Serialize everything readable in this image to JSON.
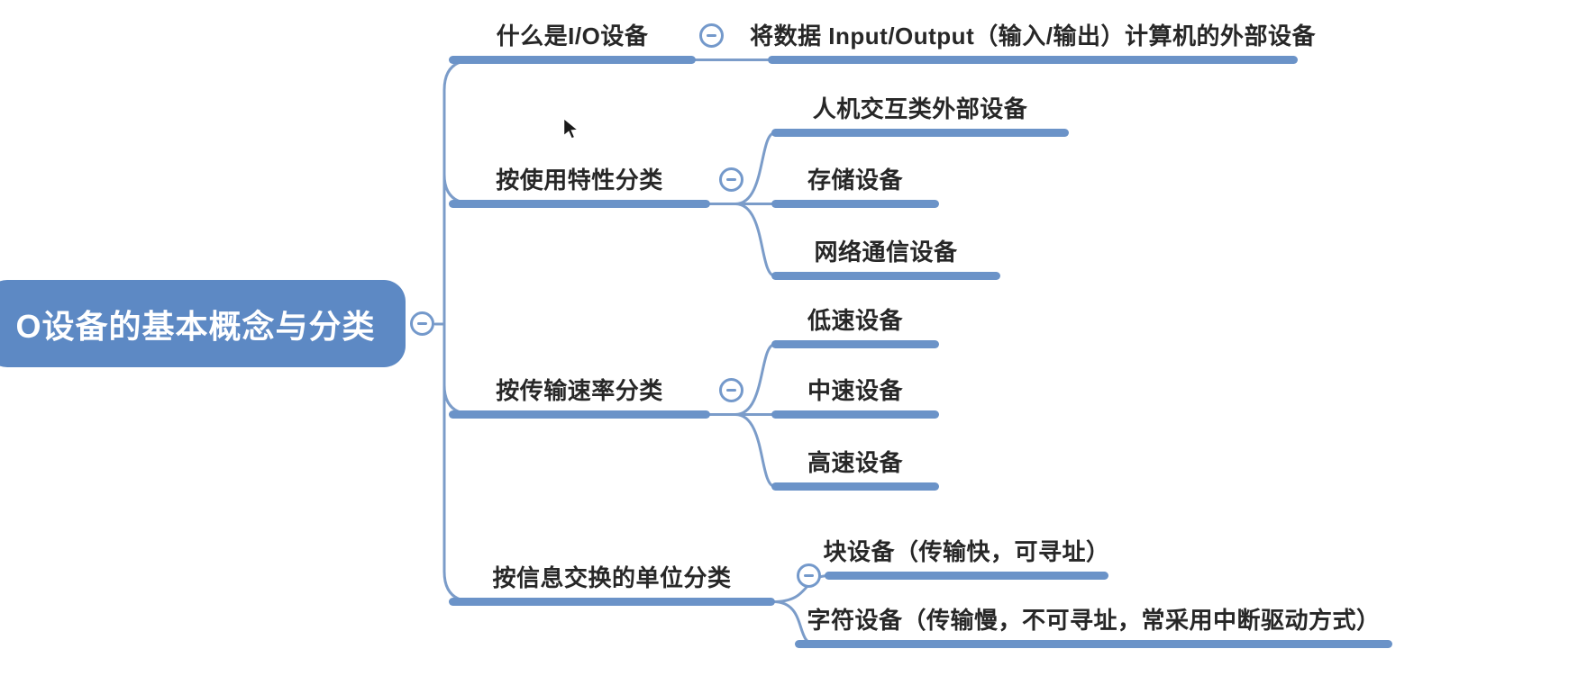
{
  "colors": {
    "branch_blue": "#6b93c8",
    "line_blue": "#7b9cc9",
    "root_bg": "#5d89c4",
    "root_text": "#ffffff",
    "topic_text": "#272727"
  },
  "mindmap": {
    "root": {
      "label": "O设备的基本概念与分类"
    },
    "branches": [
      {
        "label": "什么是I/O设备",
        "children": [
          {
            "label": "将数据 Input/Output（输入/输出）计算机的外部设备"
          }
        ]
      },
      {
        "label": "按使用特性分类",
        "children": [
          {
            "label": "人机交互类外部设备"
          },
          {
            "label": "存储设备"
          },
          {
            "label": "网络通信设备"
          }
        ]
      },
      {
        "label": "按传输速率分类",
        "children": [
          {
            "label": "低速设备"
          },
          {
            "label": "中速设备"
          },
          {
            "label": "高速设备"
          }
        ]
      },
      {
        "label": "按信息交换的单位分类",
        "children": [
          {
            "label": "块设备（传输快，可寻址）"
          },
          {
            "label": "字符设备（传输慢，不可寻址，常采用中断驱动方式）"
          }
        ]
      }
    ]
  }
}
